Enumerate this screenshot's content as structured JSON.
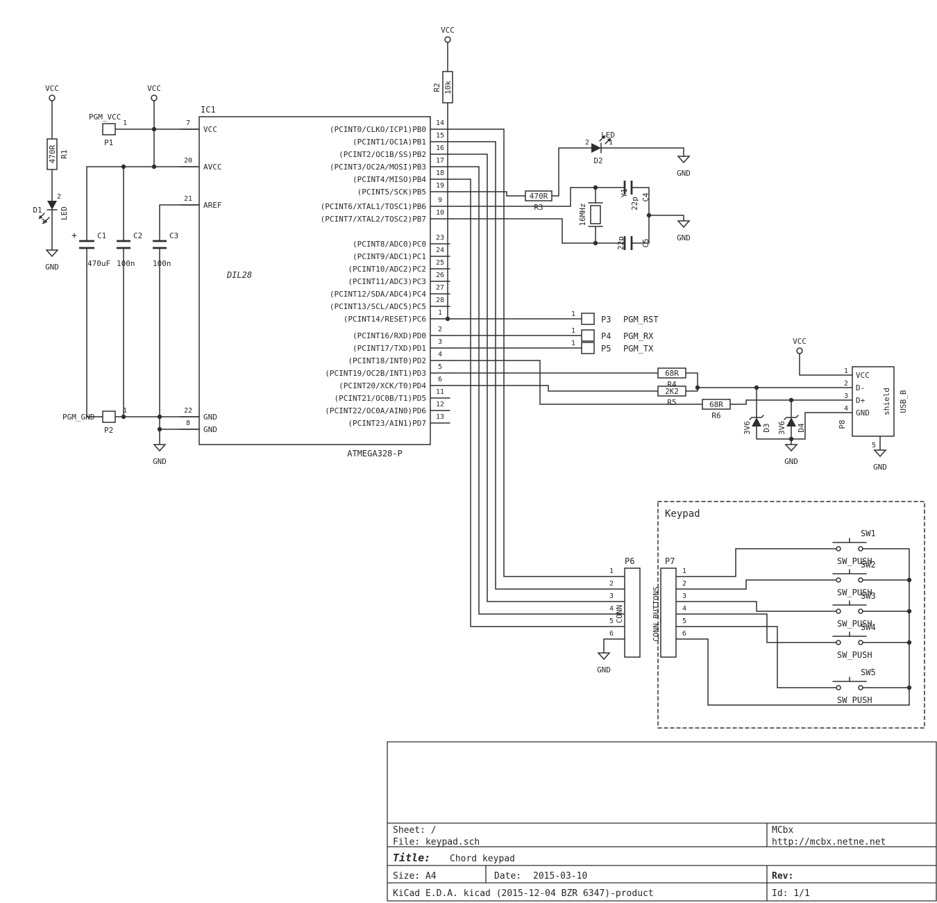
{
  "power": {
    "vcc_label": "VCC",
    "gnd_label": "GND"
  },
  "ic": {
    "ref": "IC1",
    "value": "ATMEGA328-P",
    "package": "DIL28",
    "left_pins": [
      {
        "num": "7",
        "name": "VCC"
      },
      {
        "num": "20",
        "name": "AVCC"
      },
      {
        "num": "21",
        "name": "AREF"
      },
      {
        "num": "22",
        "name": "GND"
      },
      {
        "num": "8",
        "name": "GND"
      }
    ],
    "right_pins": [
      {
        "num": "14",
        "name": "(PCINT0/CLKO/ICP1)PB0"
      },
      {
        "num": "15",
        "name": "(PCINT1/OC1A)PB1"
      },
      {
        "num": "16",
        "name": "(PCINT2/OC1B/SS)PB2"
      },
      {
        "num": "17",
        "name": "(PCINT3/OC2A/MOSI)PB3"
      },
      {
        "num": "18",
        "name": "(PCINT4/MISO)PB4"
      },
      {
        "num": "19",
        "name": "(PCINT5/SCK)PB5"
      },
      {
        "num": "9",
        "name": "(PCINT6/XTAL1/TOSC1)PB6"
      },
      {
        "num": "10",
        "name": "(PCINT7/XTAL2/TOSC2)PB7"
      },
      {
        "num": "23",
        "name": "(PCINT8/ADC0)PC0"
      },
      {
        "num": "24",
        "name": "(PCINT9/ADC1)PC1"
      },
      {
        "num": "25",
        "name": "(PCINT10/ADC2)PC2"
      },
      {
        "num": "26",
        "name": "(PCINT11/ADC3)PC3"
      },
      {
        "num": "27",
        "name": "(PCINT12/SDA/ADC4)PC4"
      },
      {
        "num": "28",
        "name": "(PCINT13/SCL/ADC5)PC5"
      },
      {
        "num": "1",
        "name": "(PCINT14/RESET)PC6"
      },
      {
        "num": "2",
        "name": "(PCINT16/RXD)PD0"
      },
      {
        "num": "3",
        "name": "(PCINT17/TXD)PD1"
      },
      {
        "num": "4",
        "name": "(PCINT18/INT0)PD2"
      },
      {
        "num": "5",
        "name": "(PCINT19/OC2B/INT1)PD3"
      },
      {
        "num": "6",
        "name": "(PCINT20/XCK/T0)PD4"
      },
      {
        "num": "11",
        "name": "(PCINT21/OC0B/T1)PD5"
      },
      {
        "num": "12",
        "name": "(PCINT22/OC0A/AIN0)PD6"
      },
      {
        "num": "13",
        "name": "(PCINT23/AIN1)PD7"
      }
    ]
  },
  "components": {
    "r1": {
      "ref": "R1",
      "value": "470R"
    },
    "r2": {
      "ref": "R2",
      "value": "10k"
    },
    "r3": {
      "ref": "R3",
      "value": "470R"
    },
    "r4": {
      "ref": "R4",
      "value": "68R"
    },
    "r5": {
      "ref": "R5",
      "value": "2K2"
    },
    "r6": {
      "ref": "R6",
      "value": "68R"
    },
    "c1": {
      "ref": "C1",
      "value": "470uF",
      "polarity": "+"
    },
    "c2": {
      "ref": "C2",
      "value": "100n"
    },
    "c3": {
      "ref": "C3",
      "value": "100n"
    },
    "c4": {
      "ref": "C4",
      "value": "22p"
    },
    "c5": {
      "ref": "C5",
      "value": "22p"
    },
    "d1": {
      "ref": "D1",
      "value": "LED",
      "pin_anode": "2",
      "pin_cathode": "1"
    },
    "d2": {
      "ref": "D2",
      "value": "LED",
      "pin_anode": "2",
      "pin_cathode": "1"
    },
    "d3": {
      "ref": "D3",
      "value": "3V6"
    },
    "d4": {
      "ref": "D4",
      "value": "3V6"
    },
    "y1": {
      "ref": "Y1",
      "value": "16MHz"
    }
  },
  "connectors": {
    "p1": {
      "ref": "P1",
      "net": "PGM_VCC",
      "pin": "1"
    },
    "p2": {
      "ref": "P2",
      "net": "PGM_GND",
      "pin": "1"
    },
    "p3": {
      "ref": "P3",
      "net": "PGM_RST",
      "pin": "1"
    },
    "p4": {
      "ref": "P4",
      "net": "PGM_RX",
      "pin": "1"
    },
    "p5": {
      "ref": "P5",
      "net": "PGM_TX",
      "pin": "1"
    },
    "p6": {
      "ref": "P6",
      "value": "CONN",
      "pins": [
        "1",
        "2",
        "3",
        "4",
        "5",
        "6"
      ]
    },
    "p7": {
      "ref": "P7",
      "value": "CONN_BUTTONS",
      "pins": [
        "1",
        "2",
        "3",
        "4",
        "5",
        "6"
      ]
    },
    "p8": {
      "ref": "P8",
      "value": "USB_B",
      "pin_nums": [
        "1",
        "2",
        "3",
        "4"
      ],
      "pin_labels": [
        "VCC",
        "D-",
        "D+",
        "GND"
      ],
      "shield_num": "5",
      "shield_label": "shield"
    }
  },
  "keypad": {
    "label": "Keypad",
    "switches": [
      {
        "ref": "SW1",
        "value": "SW_PUSH"
      },
      {
        "ref": "SW2",
        "value": "SW_PUSH"
      },
      {
        "ref": "SW3",
        "value": "SW_PUSH"
      },
      {
        "ref": "SW4",
        "value": "SW_PUSH"
      },
      {
        "ref": "SW5",
        "value": "SW_PUSH"
      }
    ]
  },
  "title_block": {
    "sheet": "Sheet: /",
    "file": "File: keypad.sch",
    "company": "MCbx",
    "url": "http://mcbx.netne.net",
    "title_label": "Title:",
    "title": "Chord keypad",
    "size": "Size: A4",
    "date_label": "Date:",
    "date": "2015-03-10",
    "rev_label": "Rev:",
    "generator": "KiCad E.D.A.  kicad (2015-12-04 BZR 6347)-product",
    "id": "Id: 1/1"
  }
}
